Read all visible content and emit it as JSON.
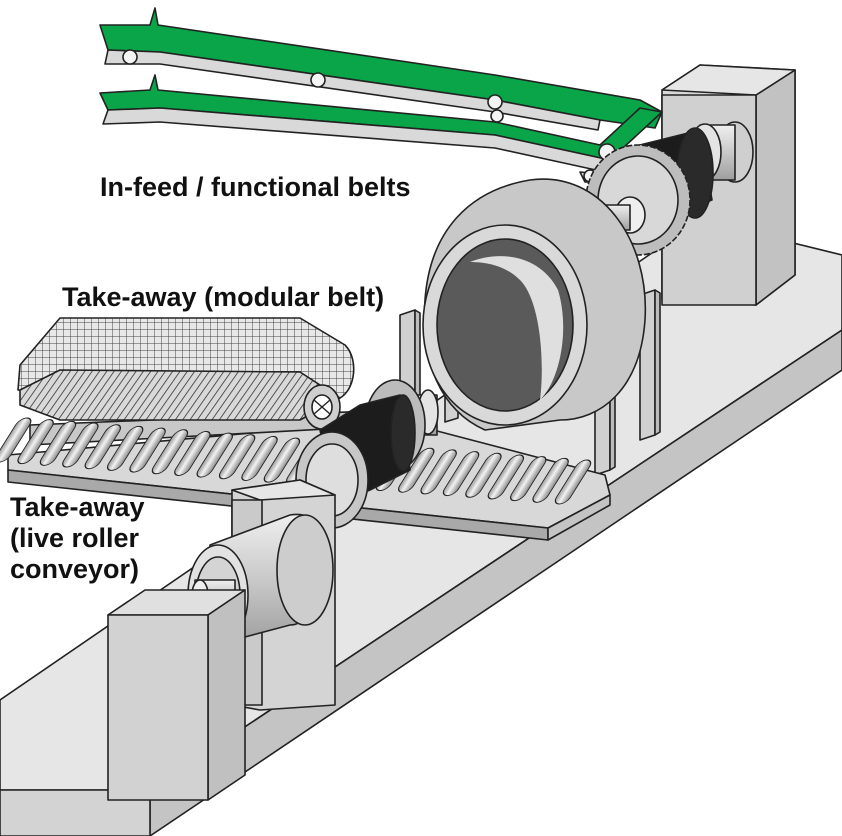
{
  "labels": {
    "infeed": "In-feed / functional belts",
    "modular": "Take-away (modular belt)",
    "live_roller_line1": "Take-away",
    "live_roller_line2": "(live roller",
    "live_roller_line3": "conveyor)"
  },
  "colors": {
    "belt_green": "#0aa548",
    "belt_green_light": "#33c06a",
    "metal": "#cfcfcf",
    "metal_light": "#e4e4e4",
    "metal_dark": "#a8a8a8",
    "band_black": "#1c1c1c",
    "drum_inner": "#5a5a5a",
    "outline": "#222222"
  }
}
